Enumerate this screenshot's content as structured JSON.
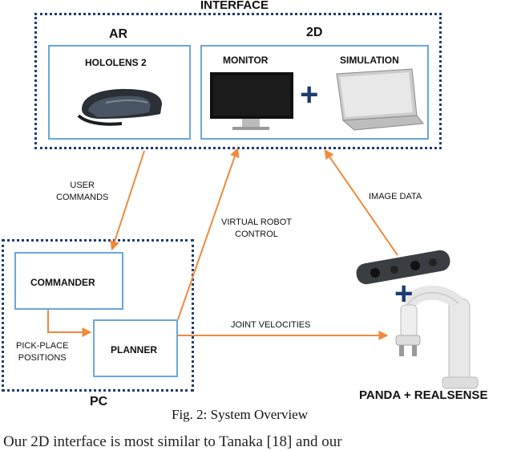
{
  "interface": {
    "title": "INTERFACE"
  },
  "ar": {
    "title": "AR",
    "device_label": "HOLOLENS 2"
  },
  "twod": {
    "title": "2D",
    "monitor_label": "MONITOR",
    "simulation_label": "SIMULATION",
    "plus": "+"
  },
  "pc": {
    "title": "PC",
    "commander_label": "COMMANDER",
    "planner_label": "PLANNER"
  },
  "robot": {
    "label": "PANDA + REALSENSE",
    "plus": "+"
  },
  "arrows": {
    "user_commands": [
      "USER",
      "COMMANDS"
    ],
    "virtual_robot_control": [
      "VIRTUAL ROBOT",
      "CONTROL"
    ],
    "image_data": "IMAGE DATA",
    "joint_velocities": "JOINT VELOCITIES",
    "pick_place_positions": [
      "PICK-PLACE",
      "POSITIONS"
    ]
  },
  "caption": "Fig. 2: System Overview",
  "bottom_text": "Our 2D interface is most similar to Tanaka [18] and our",
  "colors": {
    "arrow": "#f08a3c",
    "dotted_border": "#1f3b73",
    "box_border": "#6aa7de",
    "plus": "#1f3b73"
  }
}
